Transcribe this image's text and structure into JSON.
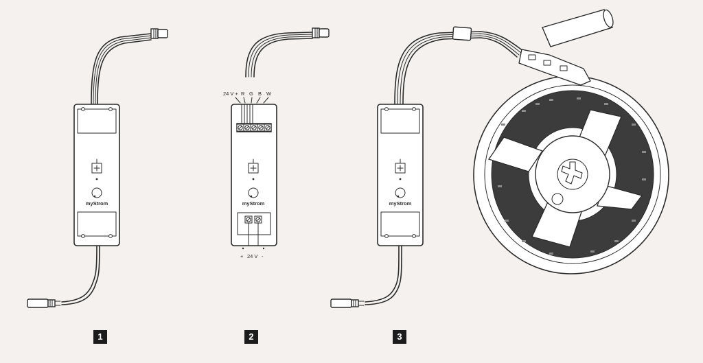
{
  "brand": "myStrom",
  "terminal_labels_top": [
    "24 V +",
    "R",
    "G",
    "B",
    "W"
  ],
  "terminal_labels_bottom": [
    "+",
    "24 V",
    "-"
  ],
  "steps": [
    {
      "number": "1",
      "caption": ""
    },
    {
      "number": "2",
      "caption": ""
    },
    {
      "number": "3",
      "caption": ""
    }
  ],
  "colors": {
    "background": "#f4f1ee",
    "stroke": "#2a2a2a",
    "badge": "#1c1c1c"
  },
  "icons": [
    "plug-connector-icon",
    "power-button-icon",
    "screw-terminal-icon",
    "led-strip-reel-icon"
  ]
}
